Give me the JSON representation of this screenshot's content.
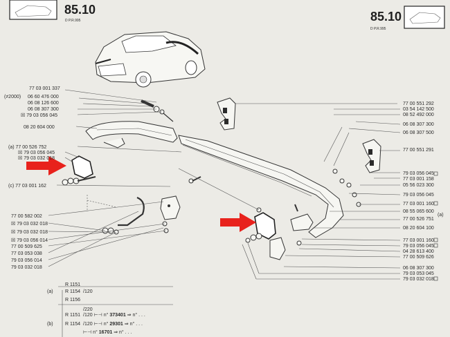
{
  "page": {
    "left_number": "85.10",
    "left_sub": "D   P.R.995",
    "right_number": "85.10",
    "right_sub": "D   P.R.995"
  },
  "left_labels": [
    "77 03 001 337",
    "06 60 476 000",
    "06 08 126 600",
    "06 08 307 300",
    "79 03 056 045",
    "08 20 604 000",
    "77 00 526 752",
    "79 03 056 045",
    "79 03 032 018",
    "77 03 001 162",
    "77 00 582 002",
    "79 03 032 018",
    "79 03 032 018",
    "79 03 056 014",
    "77 00 509 625",
    "77 03 053 038",
    "79 03 056 014",
    "79 03 032 018"
  ],
  "left_prefixes": [
    "(≠2000)",
    "(a)",
    "(c)",
    "(b)"
  ],
  "right_labels": [
    "77 00 551 292",
    "03 54 142 500",
    "08 52 492 000",
    "06 08 307 300",
    "06 08 307 500",
    "77 00 551 291",
    "79 03 056 045",
    "77 03 001 158",
    "05 56 023 300",
    "79 03 056 045",
    "77 03 001 160",
    "08 55 065 600",
    "77 00 526 751",
    "08 20 604 100",
    "77 03 001 160",
    "79 03 056 045",
    "04 28 613 400",
    "77 00 509 626",
    "06 08 307 300",
    "79 03 053 045",
    "79 03 032 018"
  ],
  "right_side_mark": "(a)",
  "table": {
    "r1": "R 1151",
    "r2_pre": "(a)",
    "r2": "R 1154",
    "r2_tail": "/120",
    "r3": "R 1156",
    "r4": "R 1151",
    "r4_tail": "/220",
    "r5_tail": "/120",
    "r5_num": "373401",
    "r6_pre": "(b)",
    "r6": "R 1154",
    "r6_tail": "/120",
    "r6_num": "29301",
    "r7_num": "16701"
  },
  "colors": {
    "arrow": "#e8221c",
    "paper": "#ecebe6",
    "ink": "#2a2a2a"
  },
  "icons": [
    "red-arrow-icon",
    "car-thumbnail-icon"
  ]
}
